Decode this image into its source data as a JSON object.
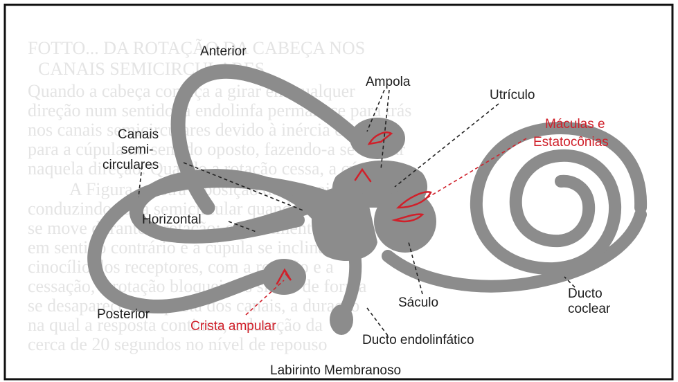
{
  "colors": {
    "structure": "#8c8c8c",
    "structure_dark": "#555555",
    "annotation_red": "#d0202a",
    "text": "#1c1c1c",
    "background_text": "#d3d3d3",
    "frame": "#111111"
  },
  "labels": {
    "anterior": "Anterior",
    "ampola": "Ampola",
    "utriculo": "Utrículo",
    "maculas_line1": "Máculas e",
    "maculas_line2": "Estatocônias",
    "canais_line1": "Canais",
    "canais_line2": "semi-",
    "canais_line3": "circulares",
    "horizontal": "Horizontal",
    "posterior": "Posterior",
    "crista": "Crista ampular",
    "saculo": "Sáculo",
    "ducto_coclear_line1": "Ducto",
    "ducto_coclear_line2": "coclear",
    "ducto_endolinfatico": "Ducto endolinfático",
    "caption": "Labirinto Membranoso"
  }
}
